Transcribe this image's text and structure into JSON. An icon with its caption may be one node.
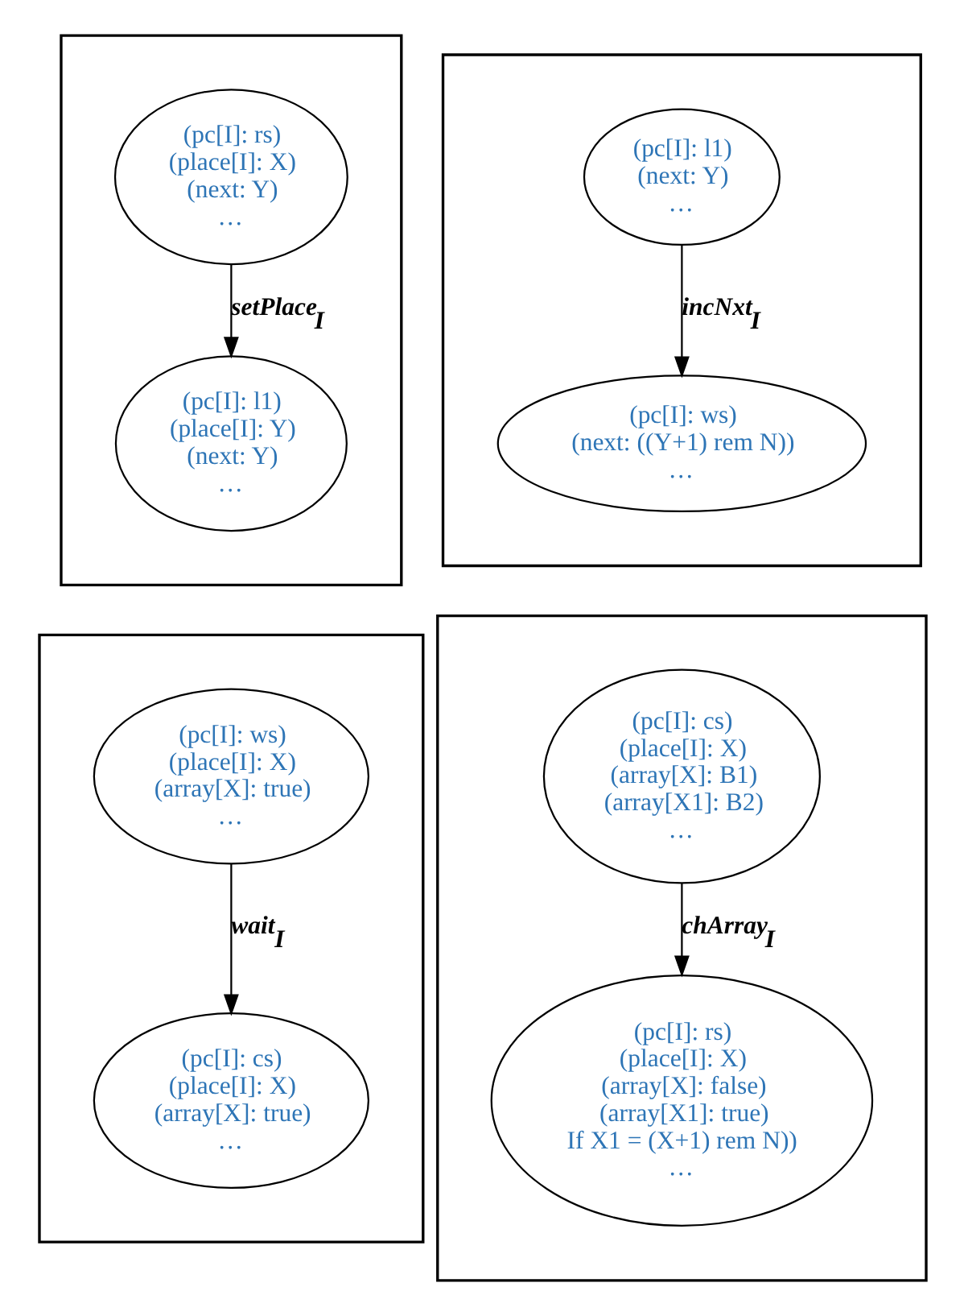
{
  "diagram": {
    "nodes": [
      {
        "text": [],
        "shape": "box"
      },
      {
        "text": [
          "(pc[I]: rs)",
          "(place[I]: X)",
          "(next: Y)",
          "…"
        ],
        "in": 0
      },
      {
        "text": [
          "(pc[I]: l1)",
          "(place[I]: Y)",
          "(next: Y)",
          "…"
        ],
        "in": 0
      },
      {
        "text": [],
        "shape": "box"
      },
      {
        "text": [
          "(pc[I]: l1)",
          "(next: Y)",
          "…"
        ],
        "in": 3
      },
      {
        "text": [
          "(pc[I]: ws)",
          "(next: ((Y+1) rem N))",
          "…"
        ],
        "in": 3
      },
      {
        "text": [],
        "shape": "box"
      },
      {
        "text": [
          "(pc[I]: ws)",
          "(place[I]: X)",
          "(array[X]: true)",
          "…"
        ],
        "in": 6
      },
      {
        "text": [
          "(pc[I]: cs)",
          "(place[I]: X)",
          "(array[X]: true)",
          "…"
        ],
        "in": 6
      },
      {
        "text": [],
        "shape": "box"
      },
      {
        "text": [
          "(pc[I]: cs)",
          "(place[I]: X)",
          "(array[X]: B1)",
          "(array[X1]: B2)",
          "…"
        ],
        "in": 9
      },
      {
        "text": [
          "(pc[I]: rs)",
          "(place[I]: X)",
          "(array[X]: false)",
          "(array[X1]: true)",
          "If X1 = (X+1) rem N))",
          "…"
        ],
        "in": 9
      }
    ],
    "edges": [
      {
        "from": 1,
        "to": 2,
        "arrow": "to",
        "label": "setPlace$_{I}$"
      },
      {
        "from": 4,
        "to": 5,
        "arrow": "to",
        "label": "incNxt$_{I}$"
      },
      {
        "from": 7,
        "to": 8,
        "arrow": "to",
        "label": "wait$_{I}$"
      },
      {
        "from": 10,
        "to": 11,
        "arrow": "to",
        "label": "chArray$_{I}$"
      }
    ]
  }
}
